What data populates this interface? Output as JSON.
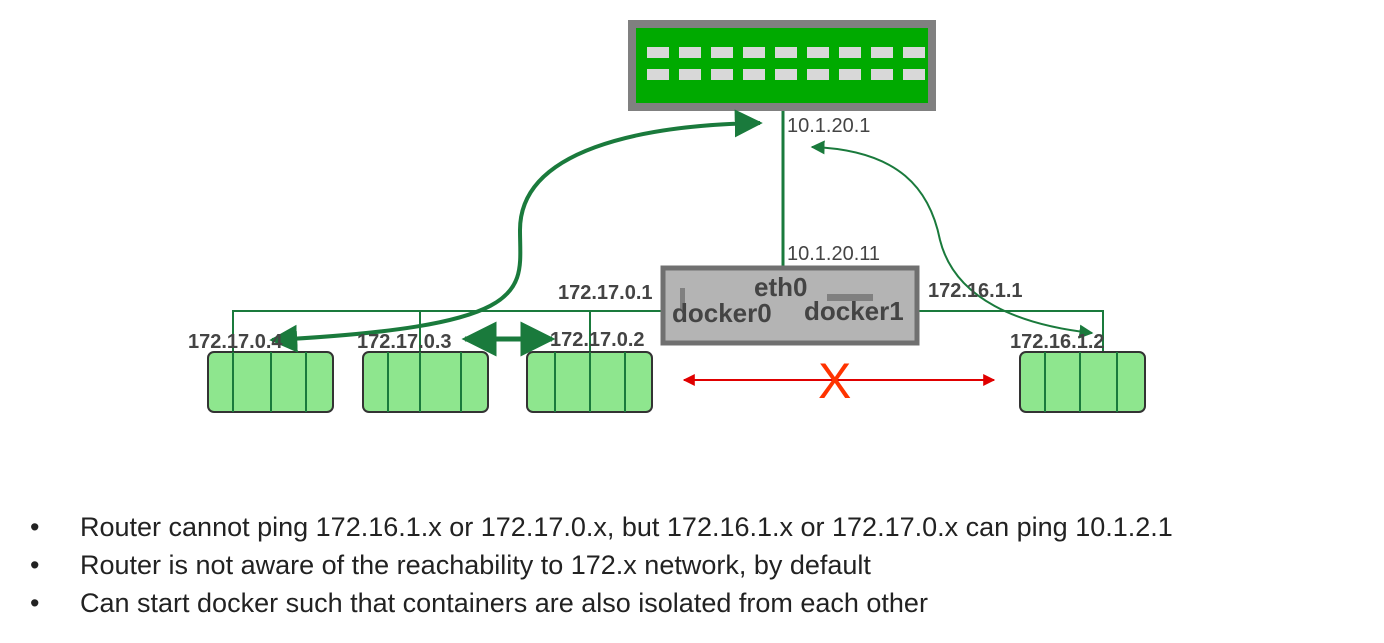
{
  "diagram": {
    "router_ip": "10.1.20.1",
    "host_ip": "10.1.20.11",
    "host_interfaces": {
      "eth0": "eth0",
      "docker0": "docker0",
      "docker1": "docker1"
    },
    "bridge0_ip": "172.17.0.1",
    "bridge1_ip": "172.16.1.1",
    "containers": [
      {
        "ip": "172.17.0.4"
      },
      {
        "ip": "172.17.0.3"
      },
      {
        "ip": "172.17.0.2"
      },
      {
        "ip": "172.16.1.2"
      }
    ],
    "blocked_mark": "X",
    "colors": {
      "router_body": "#00aa00",
      "router_frame": "#808080",
      "host_fill": "#b4b4b4",
      "container_fill": "#8ee68e",
      "link": "#1a7a3c",
      "blocked_arrow": "#e00000",
      "blocked_mark": "#ff3300"
    }
  },
  "bullets": [
    "Router cannot ping 172.16.1.x or 172.17.0.x, but 172.16.1.x or 172.17.0.x can ping 10.1.2.1",
    "Router is not aware of the reachability to 172.x network, by default",
    "Can start docker such that containers are also isolated from each other"
  ],
  "bullet_glyph": "•"
}
